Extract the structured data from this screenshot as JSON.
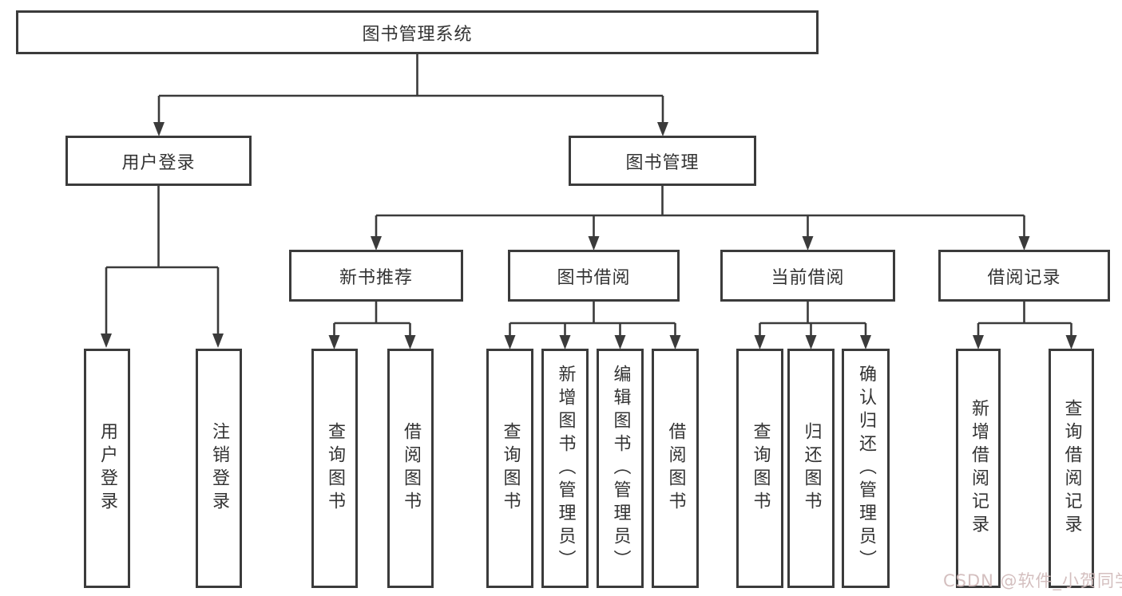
{
  "colors": {
    "line": "#3b3b3b",
    "text": "#333333",
    "background": "#ffffff",
    "watermark": "#d2bcbc"
  },
  "nodes": {
    "root": {
      "label": "图书管理系统"
    },
    "level2": [
      {
        "label": "用户登录"
      },
      {
        "label": "图书管理"
      }
    ],
    "level3": [
      {
        "label": "新书推荐"
      },
      {
        "label": "图书借阅"
      },
      {
        "label": "当前借阅"
      },
      {
        "label": "借阅记录"
      }
    ],
    "leaves": {
      "login": [
        {
          "label": "用户登录"
        },
        {
          "label": "注销登录"
        }
      ],
      "recommend": [
        {
          "label": "查询图书"
        },
        {
          "label": "借阅图书"
        }
      ],
      "borrow": [
        {
          "label": "查询图书"
        },
        {
          "label": "新增图书（管理员）"
        },
        {
          "label": "编辑图书（管理员）"
        },
        {
          "label": "借阅图书"
        }
      ],
      "current": [
        {
          "label": "查询图书"
        },
        {
          "label": "归还图书"
        },
        {
          "label": "确认归还（管理员）"
        }
      ],
      "records": [
        {
          "label": "新增借阅记录"
        },
        {
          "label": "查询借阅记录"
        }
      ]
    }
  },
  "watermark": {
    "text": "CSDN @软件_小贺同学"
  }
}
